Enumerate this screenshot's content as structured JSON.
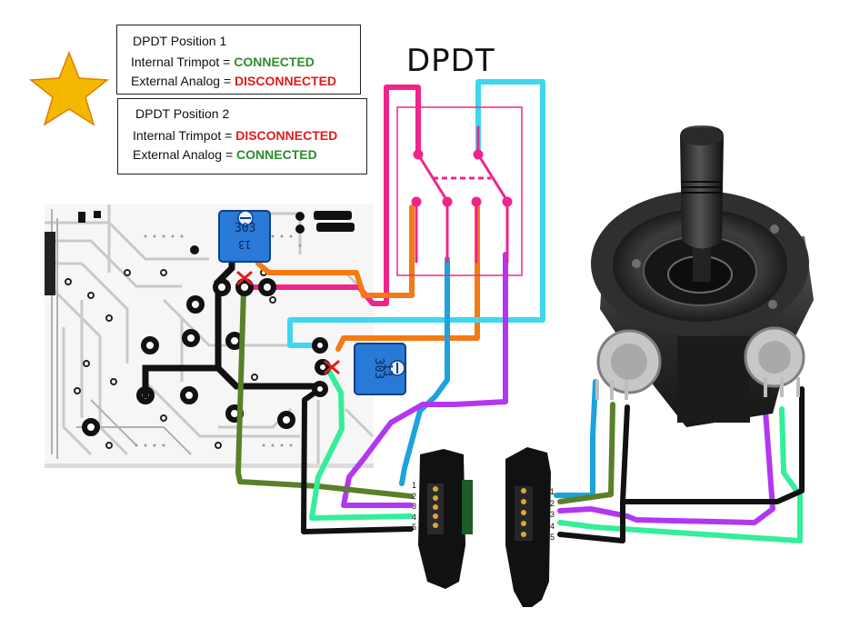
{
  "title": "DPDT",
  "position1": {
    "heading": "DPDT Position 1",
    "trimpot_label": "Internal Trimpot =",
    "trimpot_status": "CONNECTED",
    "analog_label": "External Analog =",
    "analog_status": "DISCONNECTED"
  },
  "position2": {
    "heading": "DPDT Position 2",
    "trimpot_label": "Internal Trimpot =",
    "trimpot_status": "DISCONNECTED",
    "analog_label": "External Analog =",
    "analog_status": "CONNECTED"
  },
  "trimpot_marking": "303",
  "trimpot_marking_2": "13",
  "connector_left_pins": [
    "1",
    "2",
    "3",
    "4",
    "5"
  ],
  "connector_right_pins": [
    "1",
    "2",
    "3",
    "4",
    "5"
  ],
  "colors": {
    "star": "#f5b800",
    "pink": "#f0258c",
    "cyan": "#3fd6ee",
    "orange": "#f47a13",
    "blue": "#1ca3dd",
    "purple": "#b237f0",
    "green": "#5a7f2a",
    "mint": "#33ee9a",
    "black": "#111111",
    "red": "#e01b1b"
  }
}
